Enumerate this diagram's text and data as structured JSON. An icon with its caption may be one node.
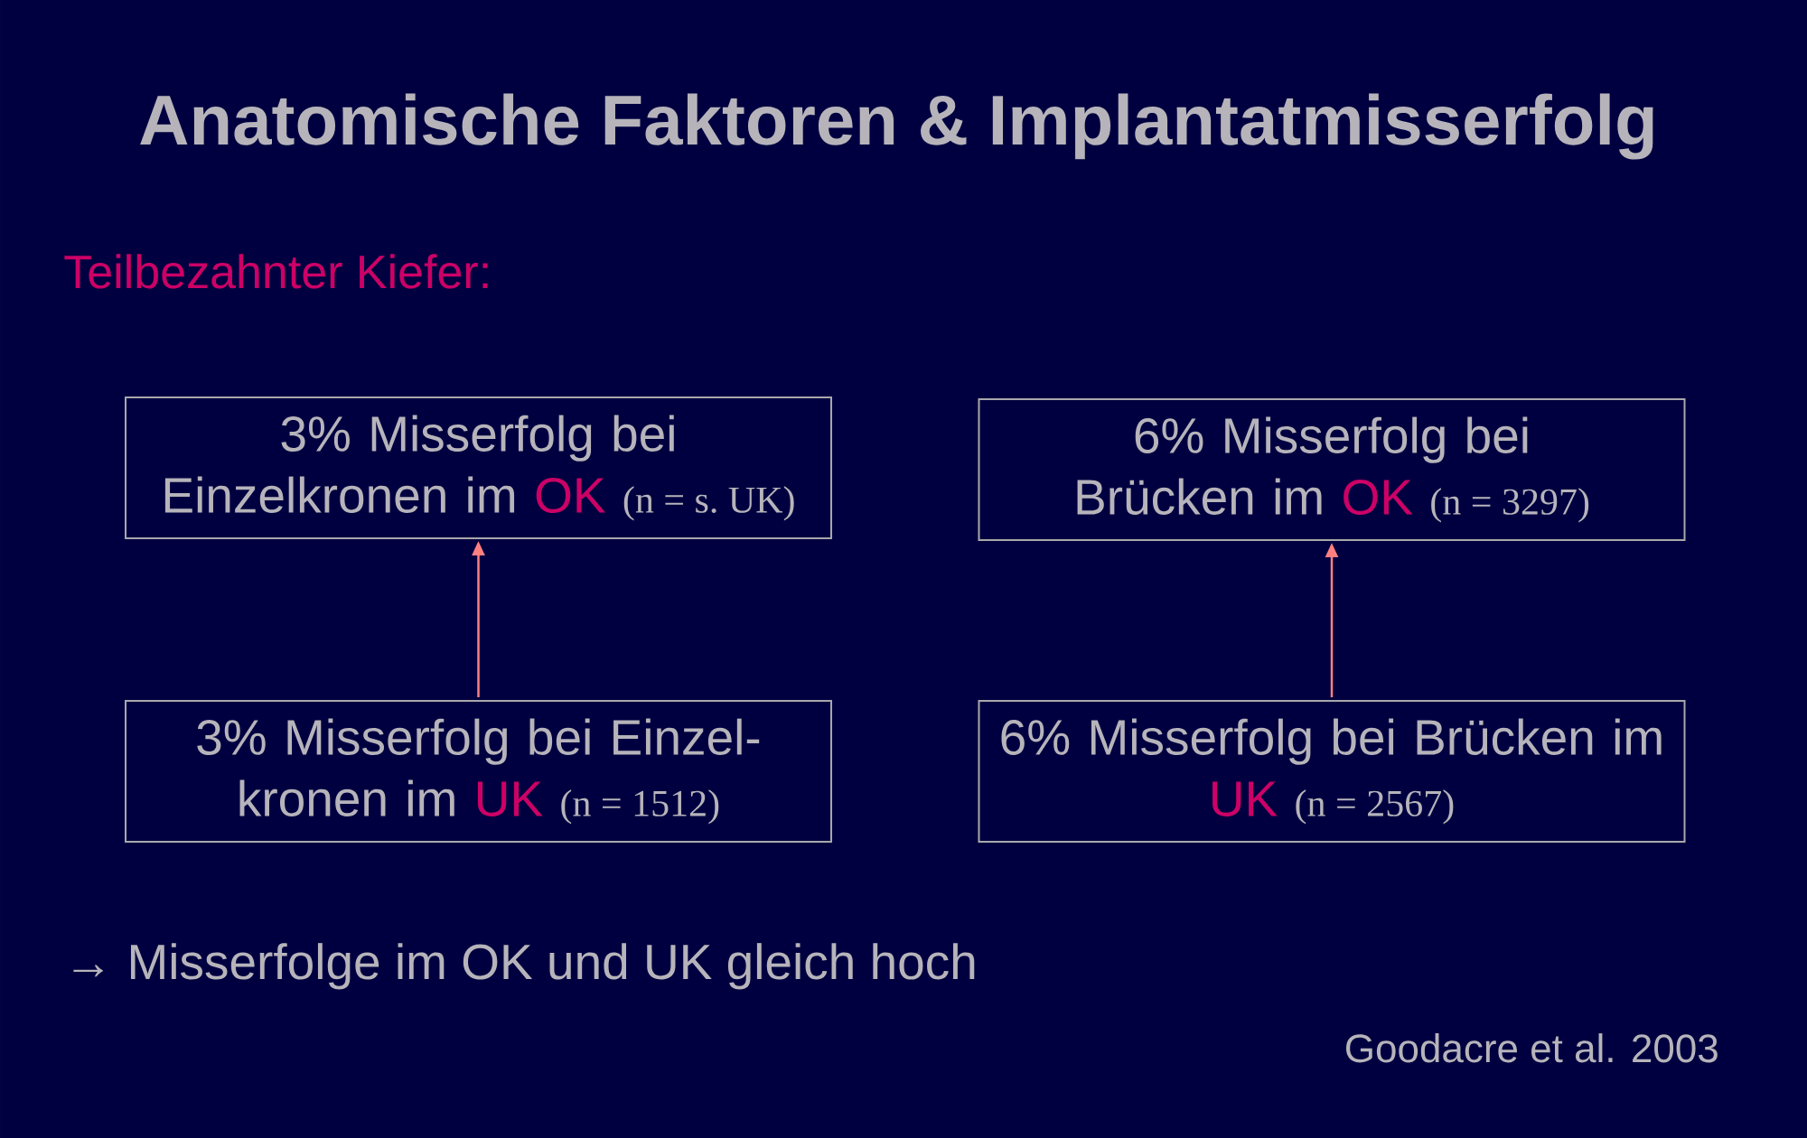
{
  "diagram": {
    "title": "Anatomische Faktoren & Implantatmisserfolg",
    "nodes": [
      {
        "text": [
          "3% Misserfolg bei Einzelkronen im",
          "OK",
          "(n = s. UK)"
        ]
      },
      {
        "text": [
          "6% Misserfolg bei Brücken im",
          "OK",
          "(n = 3297)"
        ]
      },
      {
        "text": [
          "3% Misserfolg bei Einzel- kronen im",
          "UK",
          "(n = 1512)"
        ]
      },
      {
        "text": [
          "6% Misserfolg bei Brücken im",
          "UK",
          "(n = 2567)"
        ]
      }
    ],
    "edges": [
      {
        "from": 2,
        "to": 0,
        "arrow": "to"
      },
      {
        "from": 3,
        "to": 1,
        "arrow": "to"
      }
    ],
    "labels": [
      "Teilbezahnter Kiefer:",
      "→ Misserfolge im OK und UK gleich hoch",
      "Goodacre et al. 2003"
    ]
  }
}
